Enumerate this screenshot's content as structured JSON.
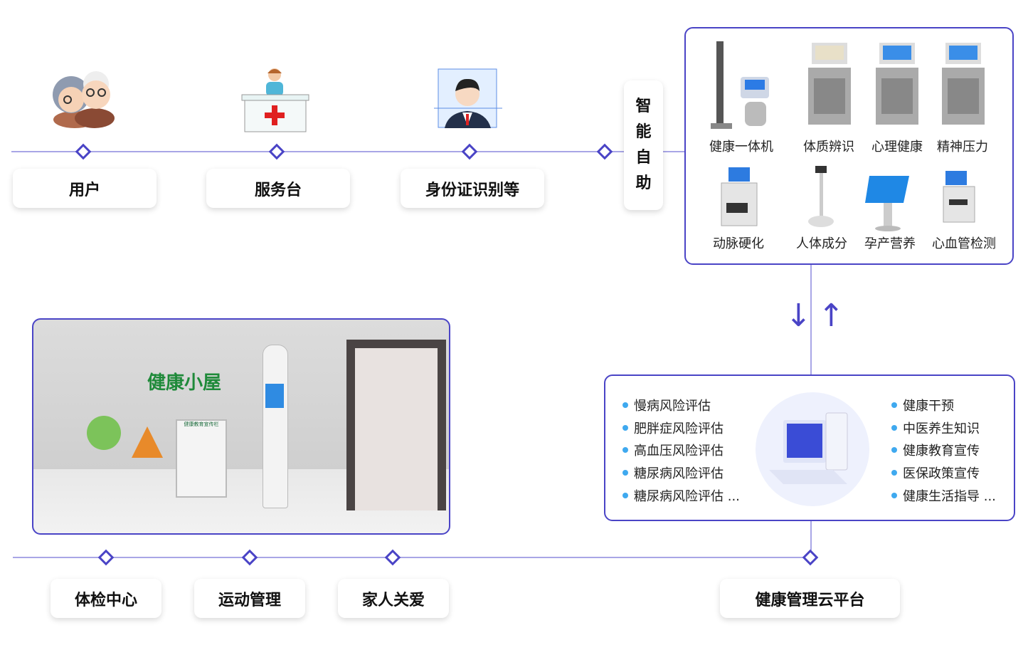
{
  "top_flow": {
    "items": [
      {
        "label": "用户"
      },
      {
        "label": "服务台"
      },
      {
        "label": "身份证识别等"
      }
    ],
    "self_service": [
      "智",
      "能",
      "自",
      "助"
    ]
  },
  "devices": [
    {
      "label": "健康一体机"
    },
    {
      "label": "体质辨识"
    },
    {
      "label": "心理健康"
    },
    {
      "label": "精神压力"
    },
    {
      "label": "动脉硬化"
    },
    {
      "label": "人体成分"
    },
    {
      "label": "孕产营养"
    },
    {
      "label": "心血管检测"
    }
  ],
  "arrows": {
    "down": "↓",
    "up": "↑"
  },
  "services": {
    "left": [
      "慢病风险评估",
      "肥胖症风险评估",
      "高血压风险评估",
      "糖尿病风险评估",
      "糖尿病风险评估 ..."
    ],
    "right": [
      "健康干预",
      "中医养生知识",
      "健康教育宣传",
      "医保政策宣传",
      "健康生活指导 ..."
    ]
  },
  "photo": {
    "sign": "健康小屋",
    "board": "健康教育宣传栏"
  },
  "bottom_flow": {
    "items": [
      {
        "label": "体检中心"
      },
      {
        "label": "运动管理"
      },
      {
        "label": "家人关爱"
      }
    ],
    "platform": "健康管理云平台"
  },
  "colors": {
    "accent": "#4a44c6",
    "line": "#a9a6e6",
    "bullet": "#3fa9ef"
  }
}
